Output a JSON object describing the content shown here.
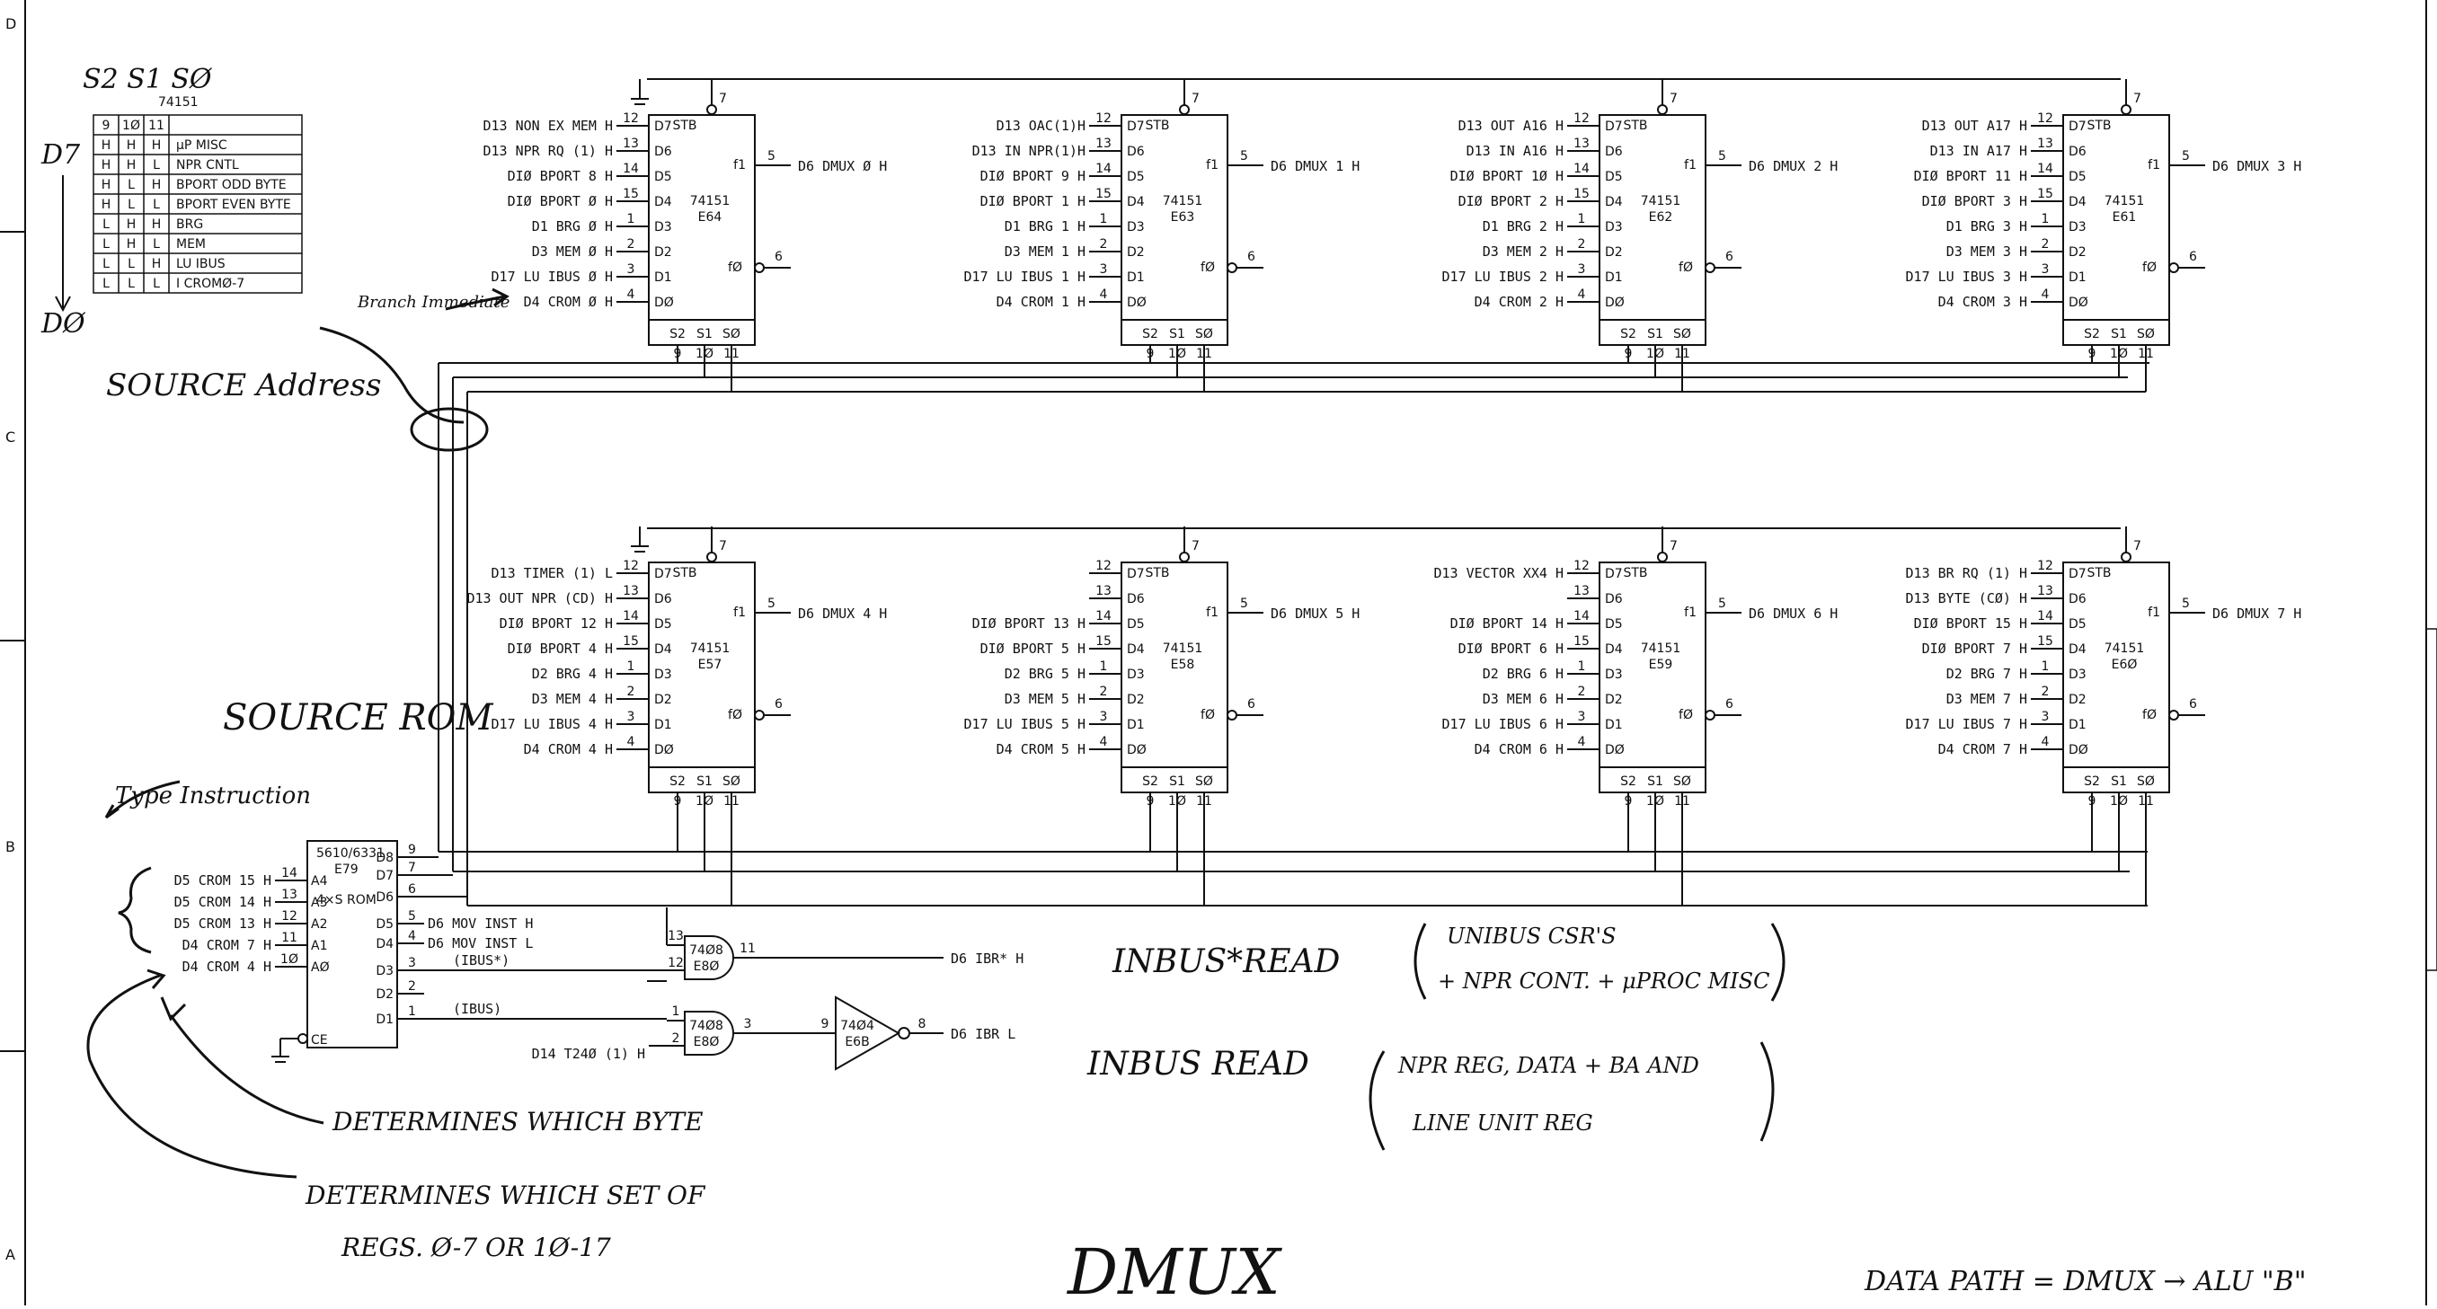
{
  "border": {
    "rows": [
      "D",
      "C",
      "B",
      "A"
    ]
  },
  "table": {
    "title": "S2 S1 SØ",
    "chip": "74151",
    "row_top": "D7",
    "row_bottom": "DØ",
    "header": [
      "9",
      "1Ø",
      "11"
    ],
    "rows": [
      [
        "H",
        "H",
        "H",
        "μP MISC"
      ],
      [
        "H",
        "H",
        "L",
        "NPR CNTL"
      ],
      [
        "H",
        "L",
        "H",
        "BPORT ODD BYTE"
      ],
      [
        "H",
        "L",
        "L",
        "BPORT EVEN BYTE"
      ],
      [
        "L",
        "H",
        "H",
        "BRG"
      ],
      [
        "L",
        "H",
        "L",
        "MEM"
      ],
      [
        "L",
        "L",
        "H",
        "LU IBUS"
      ],
      [
        "L",
        "L",
        "L",
        "I CROMØ-7"
      ]
    ]
  },
  "notes": {
    "branch_immediate": "Branch Immediate",
    "source_address": "SOURCE Address",
    "source_rom": "SOURCE ROM",
    "type_instruction": "Type Instruction",
    "which_byte": "DETERMINES WHICH BYTE",
    "which_set_1": "DETERMINES WHICH SET OF",
    "which_set_2": "REGS. Ø-7 OR 1Ø-17",
    "inbus_star_read": "INBUS*READ",
    "inbus_star_desc_1": "UNIBUS CSR'S",
    "inbus_star_desc_2": "+ NPR CONT. + μPROC MISC",
    "inbus_read": "INBUS READ",
    "inbus_desc_1": "NPR REG, DATA + BA AND",
    "inbus_desc_2": "LINE UNIT REG",
    "title": "DMUX",
    "data_path": "DATA PATH = DMUX → ALU \"B\""
  },
  "muxes": [
    {
      "chip": "74151",
      "ref": "E64",
      "out": "D6 DMUX Ø H",
      "inputs": [
        "D13 NON EX MEM H",
        "D13 NPR RQ (1) H",
        "DIØ BPORT 8 H",
        "DIØ BPORT Ø H",
        "D1 BRG Ø H",
        "D3 MEM Ø H",
        "D17 LU IBUS Ø H",
        "D4 CROM Ø H"
      ]
    },
    {
      "chip": "74151",
      "ref": "E63",
      "out": "D6 DMUX 1 H",
      "inputs": [
        "D13 OAC(1)H",
        "D13 IN NPR(1)H",
        "DIØ BPORT 9 H",
        "DIØ BPORT 1 H",
        "D1 BRG 1 H",
        "D3 MEM 1 H",
        "D17 LU IBUS 1 H",
        "D4 CROM 1 H"
      ]
    },
    {
      "chip": "74151",
      "ref": "E62",
      "out": "D6 DMUX 2 H",
      "inputs": [
        "D13 OUT A16 H",
        "D13 IN A16 H",
        "DIØ BPORT 1Ø H",
        "DIØ BPORT 2 H",
        "D1 BRG 2 H",
        "D3 MEM 2 H",
        "D17 LU IBUS 2 H",
        "D4 CROM 2 H"
      ]
    },
    {
      "chip": "74151",
      "ref": "E61",
      "out": "D6 DMUX 3 H",
      "inputs": [
        "D13 OUT A17 H",
        "D13 IN A17 H",
        "DIØ BPORT 11 H",
        "DIØ BPORT 3 H",
        "D1 BRG 3 H",
        "D3 MEM 3 H",
        "D17 LU IBUS 3 H",
        "D4 CROM 3 H"
      ]
    },
    {
      "chip": "74151",
      "ref": "E57",
      "out": "D6 DMUX 4 H",
      "inputs": [
        "D13 TIMER (1) L",
        "D13 OUT NPR (CD) H",
        "DIØ BPORT 12 H",
        "DIØ BPORT 4 H",
        "D2 BRG 4 H",
        "D3 MEM 4 H",
        "D17 LU IBUS 4 H",
        "D4 CROM 4 H"
      ]
    },
    {
      "chip": "74151",
      "ref": "E58",
      "out": "D6 DMUX 5 H",
      "inputs": [
        "",
        "",
        "DIØ BPORT 13 H",
        "DIØ BPORT 5 H",
        "D2 BRG 5 H",
        "D3 MEM 5 H",
        "D17 LU IBUS 5 H",
        "D4 CROM 5 H"
      ]
    },
    {
      "chip": "74151",
      "ref": "E59",
      "out": "D6 DMUX 6 H",
      "inputs": [
        "D13 VECTOR XX4 H",
        "",
        "DIØ BPORT 14 H",
        "DIØ BPORT 6 H",
        "D2 BRG 6 H",
        "D3 MEM 6 H",
        "D17 LU IBUS 6 H",
        "D4 CROM 6 H"
      ]
    },
    {
      "chip": "74151",
      "ref": "E6Ø",
      "out": "D6 DMUX 7 H",
      "inputs": [
        "D13 BR RQ (1) H",
        "D13 BYTE (CØ) H",
        "DIØ BPORT 15 H",
        "DIØ BPORT 7 H",
        "D2 BRG 7 H",
        "D3 MEM 7 H",
        "D17 LU IBUS 7 H",
        "D4 CROM 7 H"
      ]
    }
  ],
  "pins": {
    "in": [
      "12",
      "13",
      "14",
      "15",
      "1",
      "2",
      "3",
      "4"
    ],
    "data": [
      "D7",
      "D6",
      "D5",
      "D4",
      "D3",
      "D2",
      "D1",
      "DØ"
    ],
    "stb": "STB",
    "stb_pin": "7",
    "f1": "f1",
    "f0": "fØ",
    "f1_pin": "5",
    "f0_pin": "6",
    "sel": [
      "S2",
      "S1",
      "SØ"
    ],
    "sel_pins": [
      "9",
      "1Ø",
      "11"
    ]
  },
  "rom": {
    "chip": "5610/6331",
    "ref": "E79",
    "sub": "4×S ROM",
    "inputs": [
      "D5 CROM 15 H",
      "D5 CROM 14 H",
      "D5 CROM 13 H",
      "D4 CROM 7 H",
      "D4 CROM 4 H"
    ],
    "in_pins": [
      "14",
      "13",
      "12",
      "11",
      "1Ø"
    ],
    "in_labels": [
      "A4",
      "A3",
      "A2",
      "A1",
      "AØ"
    ],
    "out_labels": [
      "D8",
      "D7",
      "D6",
      "D5",
      "D4",
      "D3",
      "D2",
      "D1"
    ],
    "out_pins": [
      "9",
      "7",
      "6",
      "5",
      "4",
      "3",
      "2",
      "1"
    ],
    "ce": "CE",
    "out_mov_h": "D6 MOV INST H",
    "out_mov_l": "D6 MOV INST L",
    "ibus_star": "(IBUS*)",
    "ibus": "(IBUS)"
  },
  "gates": {
    "g1": {
      "chip": "74Ø8",
      "ref": "E8Ø",
      "pin_in_top": "13",
      "pin_in_bot": "12",
      "pin_out": "11",
      "out": "D6 IBR* H"
    },
    "g2": {
      "chip": "74Ø8",
      "ref": "E8Ø",
      "pin_in_top": "1",
      "pin_in_bot": "2",
      "pin_out": "3",
      "in": "D14 T24Ø (1) H"
    },
    "inv": {
      "chip": "74Ø4",
      "ref": "E6B",
      "pin_in": "9",
      "pin_out": "8",
      "out": "D6 IBR L"
    }
  }
}
